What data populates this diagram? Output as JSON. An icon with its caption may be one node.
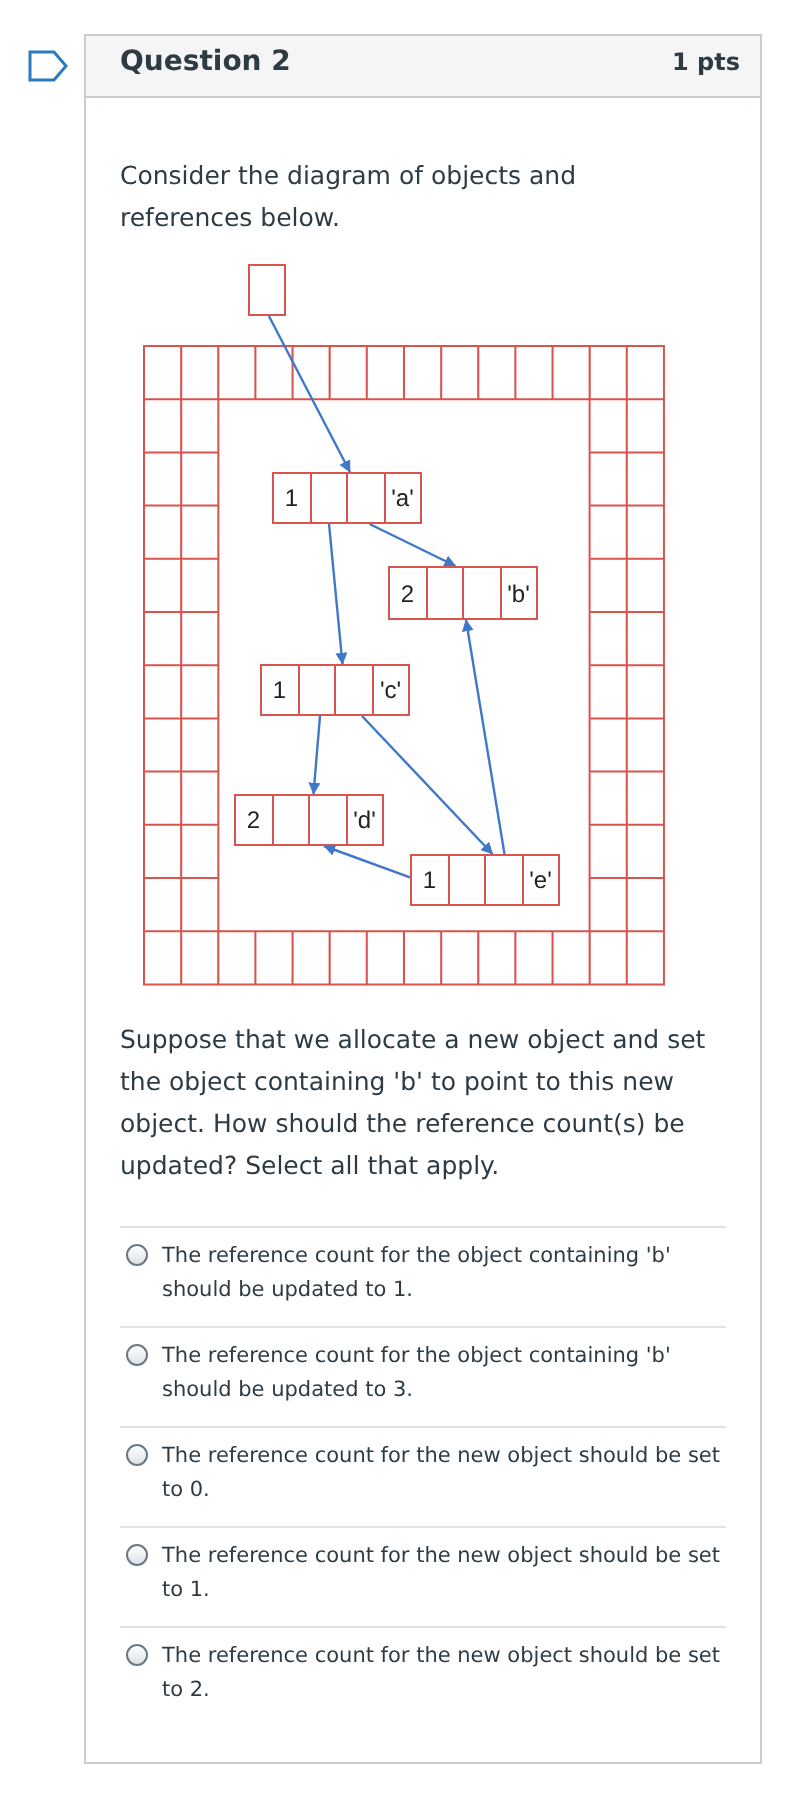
{
  "diagram": {
    "nodes": [
      {
        "text": [],
        "shape": "box"
      },
      {
        "text": [
          "1",
          "'a'"
        ]
      },
      {
        "text": [
          "2",
          "'b'"
        ]
      },
      {
        "text": [
          "1",
          "'c'"
        ]
      },
      {
        "text": [
          "2",
          "'d'"
        ]
      },
      {
        "text": [
          "1",
          "'e'"
        ]
      }
    ],
    "edges": [
      {
        "from": 0,
        "to": 1,
        "arrow": "to"
      },
      {
        "from": 1,
        "to": 3,
        "arrow": "to"
      },
      {
        "from": 1,
        "to": 2,
        "arrow": "to"
      },
      {
        "from": 3,
        "to": 4,
        "arrow": "to"
      },
      {
        "from": 3,
        "to": 5,
        "arrow": "to"
      },
      {
        "from": 5,
        "to": 4,
        "arrow": "to"
      },
      {
        "from": 5,
        "to": 2,
        "arrow": "to"
      }
    ],
    "labels": [
      "Question 2",
      "1 pts",
      "Consider the diagram of objects and references below.",
      "Suppose that we allocate a new object and set the object containing 'b' to point to this new object. How should the reference count(s) be updated? Select all that apply.",
      "The reference count for the object containing 'b' should be updated to 1.",
      "The reference count for the object containing 'b' should be updated to 3.",
      "The reference count for the new object should be set to 0.",
      "The reference count for the new object should be set to 1.",
      "The reference count for the new object should be set to 2."
    ]
  }
}
